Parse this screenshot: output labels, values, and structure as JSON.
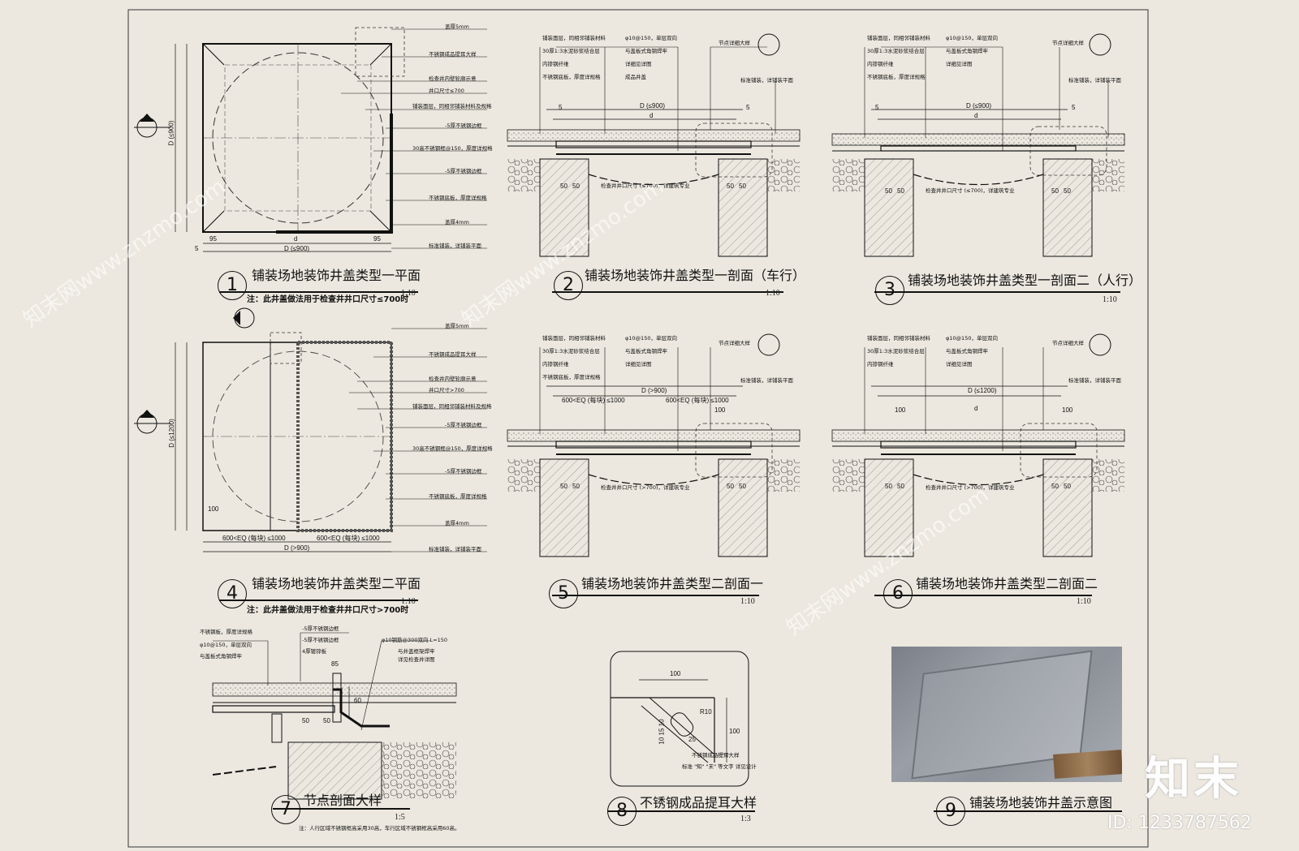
{
  "panels": [
    {
      "num": "1",
      "title": "铺装场地装饰井盖类型一平面",
      "scale": "1:10"
    },
    {
      "num": "2",
      "title": "铺装场地装饰井盖类型一剖面（车行）",
      "scale": "1:10"
    },
    {
      "num": "3",
      "title": "铺装场地装饰井盖类型一剖面二（人行）",
      "scale": "1:10"
    },
    {
      "num": "4",
      "title": "铺装场地装饰井盖类型二平面",
      "scale": "1:10"
    },
    {
      "num": "5",
      "title": "铺装场地装饰井盖类型二剖面一",
      "scale": "1:10"
    },
    {
      "num": "6",
      "title": "铺装场地装饰井盖类型二剖面二",
      "scale": "1:10"
    },
    {
      "num": "7",
      "title": "节点剖面大样",
      "scale": "1:5"
    },
    {
      "num": "8",
      "title": "不锈钢成品提耳大样",
      "scale": "1:3"
    },
    {
      "num": "9",
      "title": "铺装场地装饰井盖示意图",
      "scale": ""
    }
  ],
  "notes": {
    "plan1": "注：此井盖做法用于检查井井口尺寸≤700时",
    "plan4": "注：此井盖做法用于检查井井口尺寸>700时"
  },
  "plan1": {
    "dim_top": "95",
    "dim_d": "d",
    "dim_total": "D (≤900)",
    "dim_side": "D (≤900)",
    "edge5": "5",
    "callouts": [
      "盖厚5mm",
      "不锈钢成品提耳大样",
      "检查井内壁轮廓示意",
      "井口尺寸≤700",
      "铺装面层，同相邻铺装材料及规格",
      "-5厚不锈钢边框",
      "30高不锈钢框@150，厚度详规格",
      "-5厚不锈钢边框",
      "不锈钢底板，厚度详规格",
      "盖厚4mm",
      "标准铺装，详铺装平面"
    ]
  },
  "plan4": {
    "dim_top": "100",
    "dim_half": "600<EQ (每块) ≤1000",
    "dim_total": "D (>900)",
    "dim_side": "D (≤1200)",
    "callouts": [
      "盖厚5mm",
      "不锈钢成品提耳大样",
      "检查井内壁轮廓示意",
      "井口尺寸>700",
      "铺装面层，同相邻铺装材料及规格",
      "-5厚不锈钢边框",
      "30高不锈钢框@150，厚度详规格",
      "-5厚不锈钢边框",
      "不锈钢底板，厚度详规格",
      "盖厚4mm",
      "标准铺装，详铺装平面"
    ]
  },
  "sections": {
    "top_notes": [
      "铺装面层，同相邻铺装材料",
      "30厚1:3水泥砂浆结合层",
      "内掺钢纤维",
      "不锈钢底板，厚度详规格"
    ],
    "mid_notes": [
      "φ10@150，单层双向",
      "与盖板式角钢焊牢",
      "详细见详图",
      "成品井盖"
    ],
    "right_note": "节点详细大样",
    "ref": "标准铺装，详铺装平面",
    "dim_d1": "D (≤900)",
    "dim_d3": "D (≤900)",
    "dim_d5": "D (>900)",
    "dim_d6": "D (≤1200)",
    "d": "d",
    "d5_half": "600<EQ (每块) ≤1000",
    "d100": "100",
    "five": "5",
    "fifty": "50",
    "bottom1": "检查井井口尺寸 (≤700)，详建筑专业",
    "bottom5": "检查井井口尺寸 (>700)，详建筑专业"
  },
  "detail7": {
    "notes": [
      "不锈钢板，厚度详规格",
      "φ10@150，单层双向",
      "与盖板式角钢焊牢",
      "-5厚不锈钢边框",
      "-5厚不锈钢边框",
      "4厚镀锌板",
      "φ10钢筋@300双向 L=150",
      "与井盖框架焊牢",
      "详见检查井详图"
    ],
    "dims": [
      "60",
      "50",
      "50",
      "85"
    ],
    "footnote": "注：人行区域不锈钢框高采用30高，车行区域不锈钢框高采用60高。"
  },
  "detail8": {
    "dims": [
      "100",
      "100",
      "R10",
      "10 15 10",
      "25"
    ],
    "note1": "不锈钢成品提耳大样",
    "note2": "标准 \"知\" \"末\" 等文字 详见设计"
  },
  "brand": {
    "logo": "知末",
    "id": "ID: 1233787562",
    "watermark": "知末网www.znzmo.com"
  },
  "colors": {
    "paper": "#ece8df",
    "ink": "#111111",
    "hatch": "#555555"
  }
}
